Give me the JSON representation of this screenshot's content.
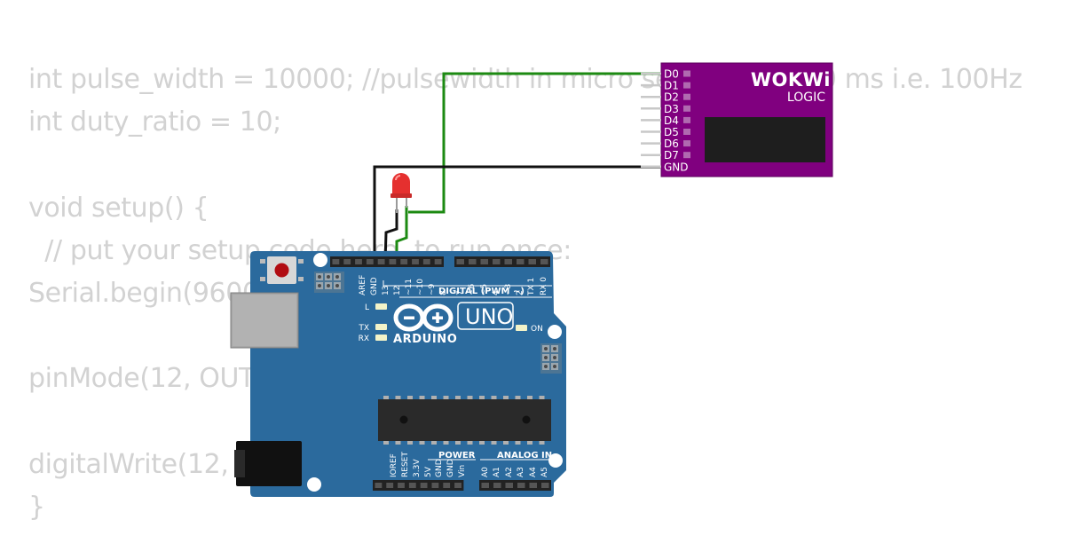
{
  "code_lines": [
    "int pulse_width = 10000; //pulsewidth in micro seconds i.e. 10 ms i.e. 100Hz",
    "int duty_ratio = 10;",
    "",
    "void setup() {",
    "  // put your setup code here, to run once:",
    "Serial.begin(9600);",
    "",
    "pinMode(12, OUTPUT);",
    "",
    "digitalWrite(12, HIGH);",
    "}"
  ],
  "logic_analyzer": {
    "brand": "WOKWi",
    "label": "LOGIC",
    "pins": [
      "D0",
      "D1",
      "D2",
      "D3",
      "D4",
      "D5",
      "D6",
      "D7",
      "GND"
    ],
    "color": "#80007f"
  },
  "arduino": {
    "model": "UNO",
    "brand": "ARDUINO",
    "board_color": "#2b6a9d",
    "digital_header_label": "DIGITAL (PWM ~)",
    "top_pin_labels": [
      "AREF",
      "GND",
      "13",
      "12",
      "~11",
      "~10",
      "~9",
      "8",
      "7",
      "~6",
      "~5",
      "4",
      "~3",
      "2",
      "TX 1",
      "RX 0"
    ],
    "led_l": "L",
    "led_tx": "TX",
    "led_rx": "RX",
    "led_on": "ON",
    "power_header_label": "POWER",
    "analog_header_label": "ANALOG IN",
    "power_pins": [
      "IOREF",
      "RESET",
      "3.3V",
      "5V",
      "GND",
      "GND",
      "Vin"
    ],
    "analog_pins": [
      "A0",
      "A1",
      "A2",
      "A3",
      "A4",
      "A5"
    ]
  },
  "led": {
    "color": "#e5302f"
  },
  "wires": {
    "signal_color": "#1c8a12",
    "ground_color": "#111111"
  }
}
